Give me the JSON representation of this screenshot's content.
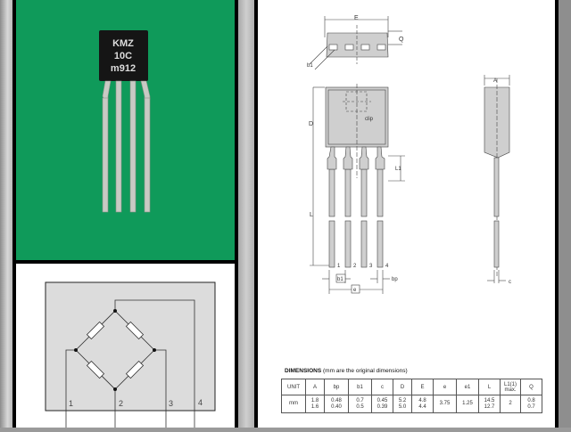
{
  "photo": {
    "chip_marking": [
      "KMZ",
      "10C",
      "m912"
    ],
    "background_color": "#0f9a5a"
  },
  "schematic": {
    "pin_labels": [
      "1",
      "2",
      "3",
      "4"
    ]
  },
  "drawing": {
    "labels": {
      "E": "E",
      "Q": "Q",
      "b1_top": "b1",
      "D": "D",
      "clip": "clip",
      "L": "L",
      "L1": "L1",
      "A": "A",
      "c": "c",
      "bp": "bp",
      "b1": "b1",
      "e": "e",
      "pins": [
        "1",
        "2",
        "3",
        "4"
      ]
    }
  },
  "dimensions": {
    "title": "DIMENSIONS",
    "subtitle": "(mm are the original dimensions)",
    "headers": [
      "UNIT",
      "A",
      "bp",
      "b1",
      "c",
      "D",
      "E",
      "e",
      "e1",
      "L",
      "L1(1) max.",
      "Q"
    ],
    "rows": [
      {
        "unit": "mm",
        "values": [
          "1.8\n1.6",
          "0.48\n0.40",
          "0.7\n0.5",
          "0.45\n0.39",
          "5.2\n5.0",
          "4.8\n4.4",
          "3.75",
          "1.25",
          "14.5\n12.7",
          "2",
          "0.8\n0.7"
        ]
      }
    ]
  }
}
